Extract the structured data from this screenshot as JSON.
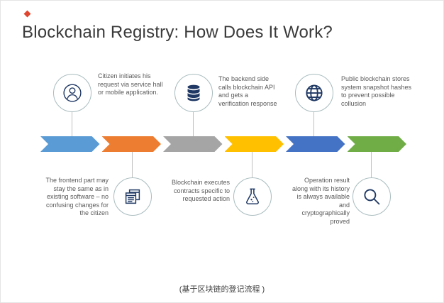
{
  "title": "Blockchain Registry: How Does It Work?",
  "caption": "(基于区块链的登记流程 )",
  "accent_diamond_color": "#e0452f",
  "icon_color": "#1f3864",
  "steps": [
    {
      "icon": "person-icon",
      "text": "Citizen initiates his request via service hall or mobile application.",
      "arrow_color": "#5b9bd5"
    },
    {
      "icon": "browser-windows-icon",
      "text": "The frontend part may stay the same as in existing software – no confusing changes for the citizen",
      "arrow_color": "#ed7d31"
    },
    {
      "icon": "database-icon",
      "text": "The backend side calls blockchain API and gets a verification response",
      "arrow_color": "#a5a5a5"
    },
    {
      "icon": "flask-icon",
      "text": "Blockchain executes contracts specific to requested action",
      "arrow_color": "#ffc000"
    },
    {
      "icon": "globe-icon",
      "text": "Public blockchain stores system snapshot hashes to prevent possible collusion",
      "arrow_color": "#4472c4"
    },
    {
      "icon": "magnifier-icon",
      "text": "Operation result along with its history is always available and cryptographically proved",
      "arrow_color": "#70ad47"
    }
  ]
}
